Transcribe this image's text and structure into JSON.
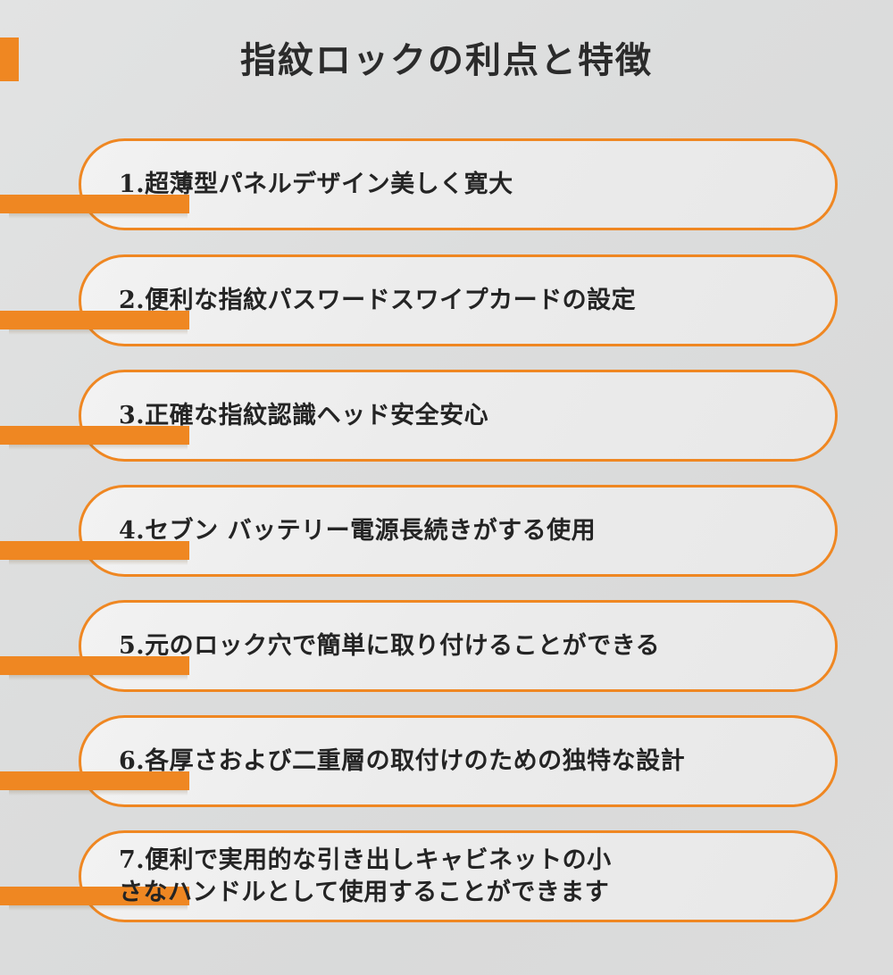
{
  "slide": {
    "title": "指紋ロックの利点と特徴",
    "background_color": "#dcdddd",
    "accent_color": "#ef8722",
    "card_fill_color": "#efefef",
    "text_color": "#242424"
  },
  "decor": {
    "corner_mark_name": "orange-corner-mark"
  },
  "items": [
    {
      "number": "1.",
      "text": "1.超薄型パネルデザイン美しく寛大"
    },
    {
      "number": "2.",
      "text": "2.便利な指紋パスワードスワイプカードの設定"
    },
    {
      "number": "3.",
      "text": "3.正確な指紋認識ヘッド安全安心"
    },
    {
      "number": "4.",
      "text": "4.セブン バッテリー電源長続きがする使用"
    },
    {
      "number": "5.",
      "text": "5.元のロック穴で簡単に取り付けることができる"
    },
    {
      "number": "6.",
      "text": "6.各厚さおよび二重層の取付けのための独特な設計"
    },
    {
      "number": "7.",
      "text": "7.便利で実用的な引き出しキャビネットの小\nさなハンドルとして使用することができます"
    }
  ]
}
